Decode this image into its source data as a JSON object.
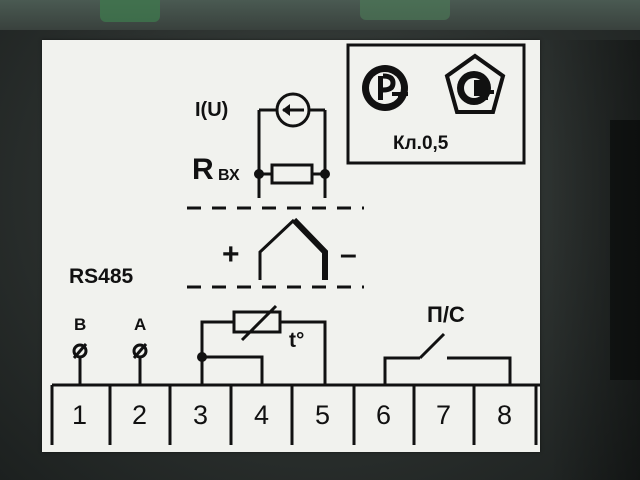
{
  "input": {
    "signal_label": "I(U)",
    "resistance_label": "R",
    "resistance_sub": "ВХ"
  },
  "thermocouple": {
    "plus": "+",
    "minus": "–"
  },
  "rs485": {
    "label": "RS485",
    "pin_b": "B",
    "pin_a": "A"
  },
  "rtd": {
    "label": "t°"
  },
  "relay": {
    "label": "П/С"
  },
  "certification": {
    "accuracy_class": "Кл.0,5"
  },
  "terminals": [
    "1",
    "2",
    "3",
    "4",
    "5",
    "6",
    "7",
    "8"
  ],
  "colors": {
    "panel": "#f1f2ee",
    "ink": "#111111",
    "housing": "#2b302e"
  }
}
